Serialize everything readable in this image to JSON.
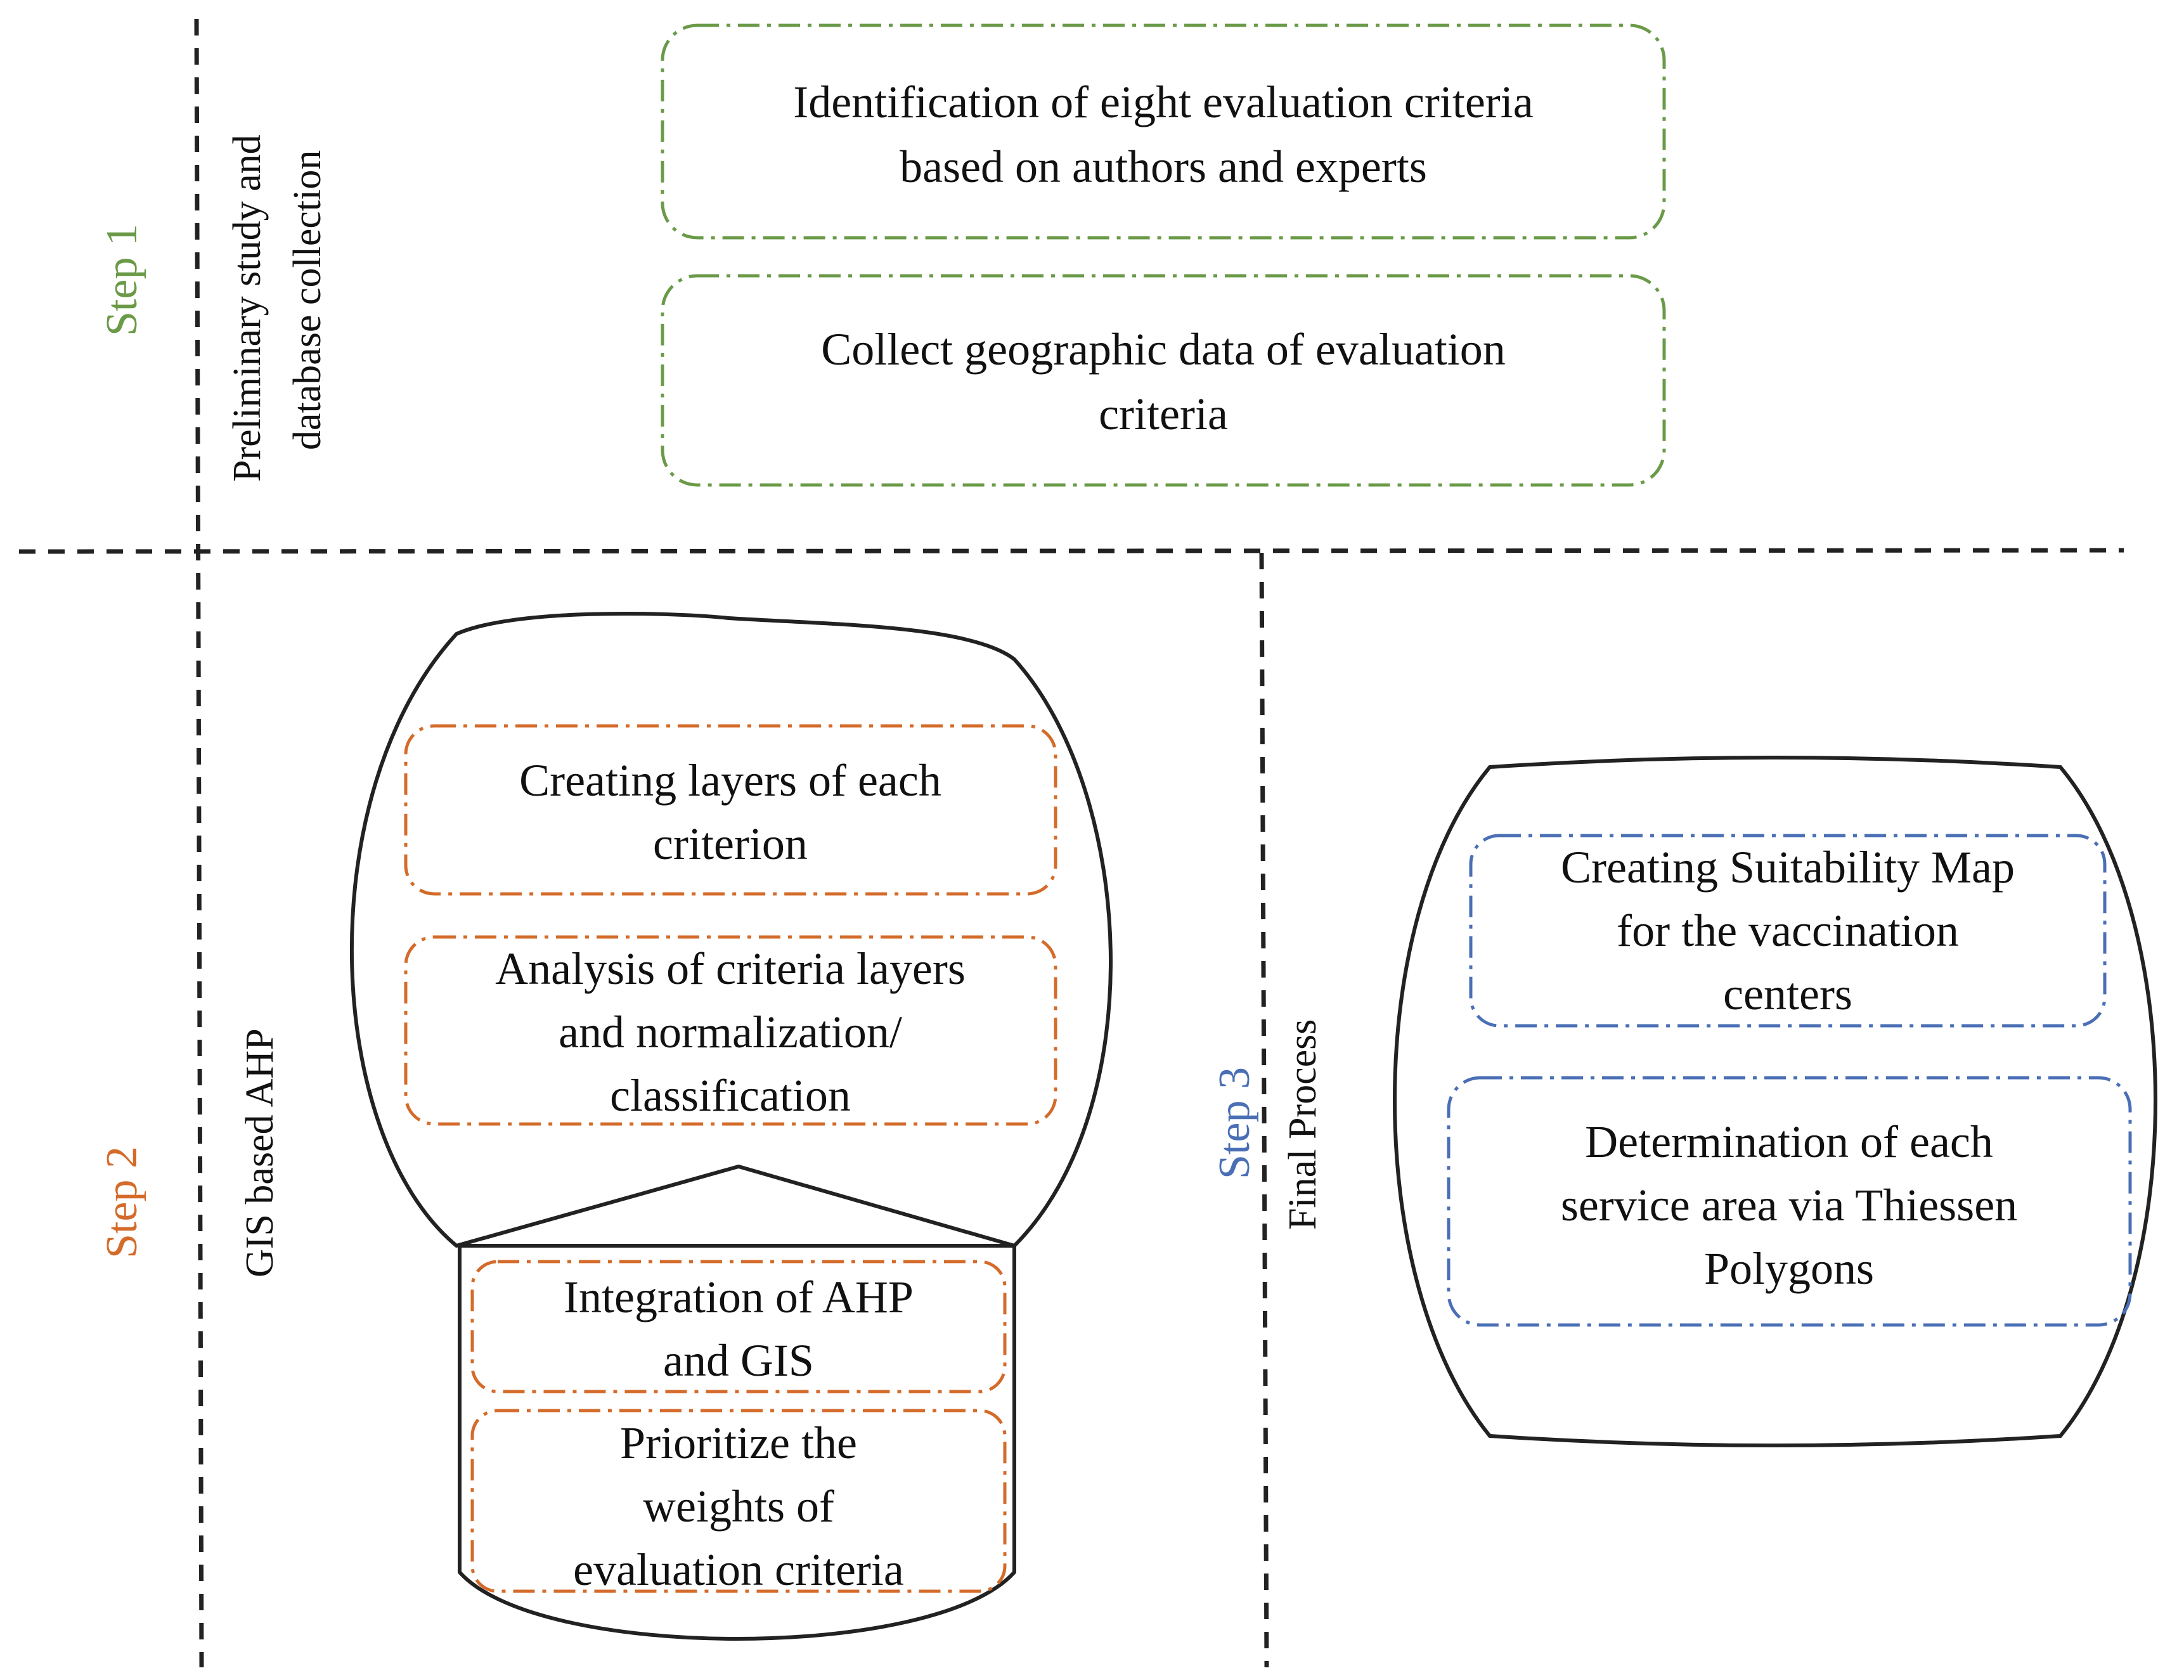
{
  "colors": {
    "step1": "#6a9a47",
    "step2": "#d46b2a",
    "step3": "#4a6fb5",
    "line": "#222222",
    "text": "#111111"
  },
  "step1": {
    "label": "Step 1",
    "phase": [
      "Preliminary study and",
      "database collection"
    ],
    "boxes": [
      {
        "lines": [
          "Identification of eight evaluation criteria",
          "based on authors and experts"
        ]
      },
      {
        "lines": [
          "Collect geographic data of evaluation",
          "criteria"
        ]
      }
    ]
  },
  "step2": {
    "label": "Step 2",
    "phase": "GIS based  AHP",
    "boxes": [
      {
        "lines": [
          "Creating layers of each",
          "criterion"
        ]
      },
      {
        "lines": [
          "Analysis of criteria layers",
          "and normalization/",
          "classification"
        ]
      },
      {
        "lines": [
          "Integration of AHP",
          "and GIS"
        ]
      },
      {
        "lines": [
          "Prioritize the",
          "weights of",
          "evaluation criteria"
        ]
      }
    ]
  },
  "step3": {
    "label": "Step 3",
    "phase": "Final Process",
    "boxes": [
      {
        "lines": [
          "Creating Suitability Map",
          "for the vaccination",
          "centers"
        ]
      },
      {
        "lines": [
          "Determination of each",
          "service area via Thiessen",
          "Polygons"
        ]
      }
    ]
  }
}
